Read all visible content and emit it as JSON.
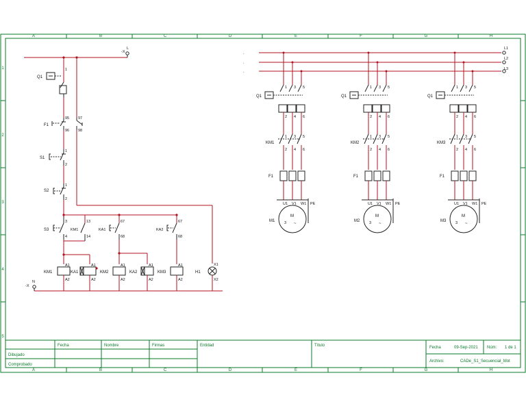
{
  "frame": {
    "columns": [
      "A",
      "B",
      "C",
      "D",
      "E",
      "F",
      "G",
      "H"
    ],
    "rows": [
      "1",
      "2",
      "3",
      "4",
      "5"
    ]
  },
  "control": {
    "phase": "L",
    "neutral": "N",
    "terminal_mark": "-X",
    "q1": "Q1",
    "q1_pin": "1",
    "f1": "F1",
    "f1_pins": [
      "95",
      "96",
      "97",
      "98"
    ],
    "s1": "S1",
    "s1_pins": [
      "1",
      "2"
    ],
    "s2": "S2",
    "s2_pins": [
      "1",
      "2"
    ],
    "s3": "S3",
    "s3_pins": [
      "3",
      "4"
    ],
    "km1_contact": "KM1",
    "km1_contact_pins": [
      "13",
      "14"
    ],
    "ka1_contact": "KA1",
    "ka1_pins": [
      "67",
      "68"
    ],
    "ka2_contact": "KA2",
    "ka2_pins": [
      "67",
      "68"
    ],
    "coils": [
      "KM1",
      "KA1",
      "KM2",
      "KA2",
      "KM3"
    ],
    "coil_pins": [
      "A1",
      "A2"
    ],
    "lamp": "H1",
    "lamp_pins": [
      "X1",
      "X2"
    ]
  },
  "power": {
    "terminals": [
      "L1",
      "L2",
      "L3"
    ],
    "units": [
      {
        "q": "Q1",
        "km": "KM1",
        "f": "F1",
        "m": "M1"
      },
      {
        "q": "Q1",
        "km": "KM2",
        "f": "F1",
        "m": "M2"
      },
      {
        "q": "Q1",
        "km": "KM3",
        "f": "F1",
        "m": "M3"
      }
    ],
    "pole_top": [
      "1",
      "3",
      "5"
    ],
    "pole_bottom": [
      "2",
      "4",
      "6"
    ],
    "motor_terms": [
      "U1",
      "V1",
      "W1",
      "PE"
    ],
    "motor_letter": "M",
    "motor_phase": "3",
    "motor_ac": "~"
  },
  "titleblock": {
    "fecha_h": "Fecha",
    "nombre_h": "Nombre",
    "firmas_h": "Firmas",
    "entidad_h": "Entidad",
    "titulo_h": "Título",
    "dibujado": "Dibujado",
    "comprobado": "Comprobado",
    "fecha_label": "Fecha",
    "fecha_value": "09-Sep-2021",
    "num_label": "Núm:",
    "num_value": "1 de 1",
    "archivo_label": "Archivo:",
    "archivo_value": "CADe_S1_Secuencial_Mot"
  },
  "colors": {
    "frame": "#0a7a2a",
    "wire": "#b0121e",
    "symbol": "#222222",
    "text": "#111111"
  }
}
